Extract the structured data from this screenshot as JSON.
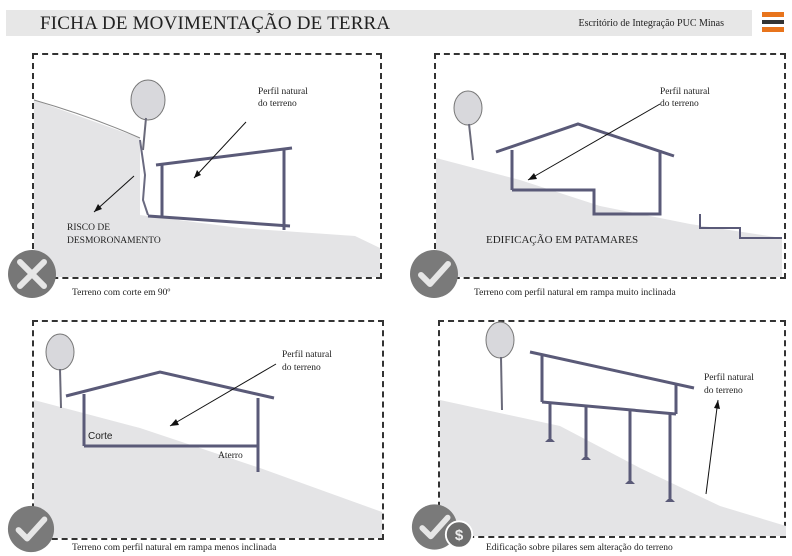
{
  "header": {
    "title": "FICHA DE MOVIMENTAÇÃO DE TERRA",
    "office": "Escritório de Integração PUC Minas"
  },
  "colors": {
    "accent_orange": "#e8741c",
    "header_bg": "#e7e7e7",
    "ground_fill": "#e4e4e6",
    "structure_line": "#5a5a78"
  },
  "panels": [
    {
      "status": "incorrect",
      "badge_icon": "x-icon",
      "caption": "Terreno com corte em 90º",
      "labels": {
        "perfil": [
          "Perfil natural",
          "do terreno"
        ],
        "risco": [
          "RISCO DE",
          "DESMORONAMENTO"
        ]
      }
    },
    {
      "status": "correct",
      "badge_icon": "check-icon",
      "caption": "Terreno com perfil natural em rampa muito inclinada",
      "labels": {
        "perfil": [
          "Perfil natural",
          "do terreno"
        ],
        "main": "EDIFICAÇÃO EM PATAMARES"
      }
    },
    {
      "status": "correct",
      "badge_icon": "check-icon",
      "caption": "Terreno com perfil natural em rampa menos inclinada",
      "labels": {
        "perfil": [
          "Perfil natural",
          "do terreno"
        ],
        "corte": "Corte",
        "aterro": "Aterro"
      }
    },
    {
      "status": "correct",
      "badge_icon": "check-dollar-icon",
      "caption": "Edificação sobre pilares sem alteração do terreno",
      "labels": {
        "perfil": [
          "Perfil natural",
          "do terreno"
        ]
      }
    }
  ]
}
